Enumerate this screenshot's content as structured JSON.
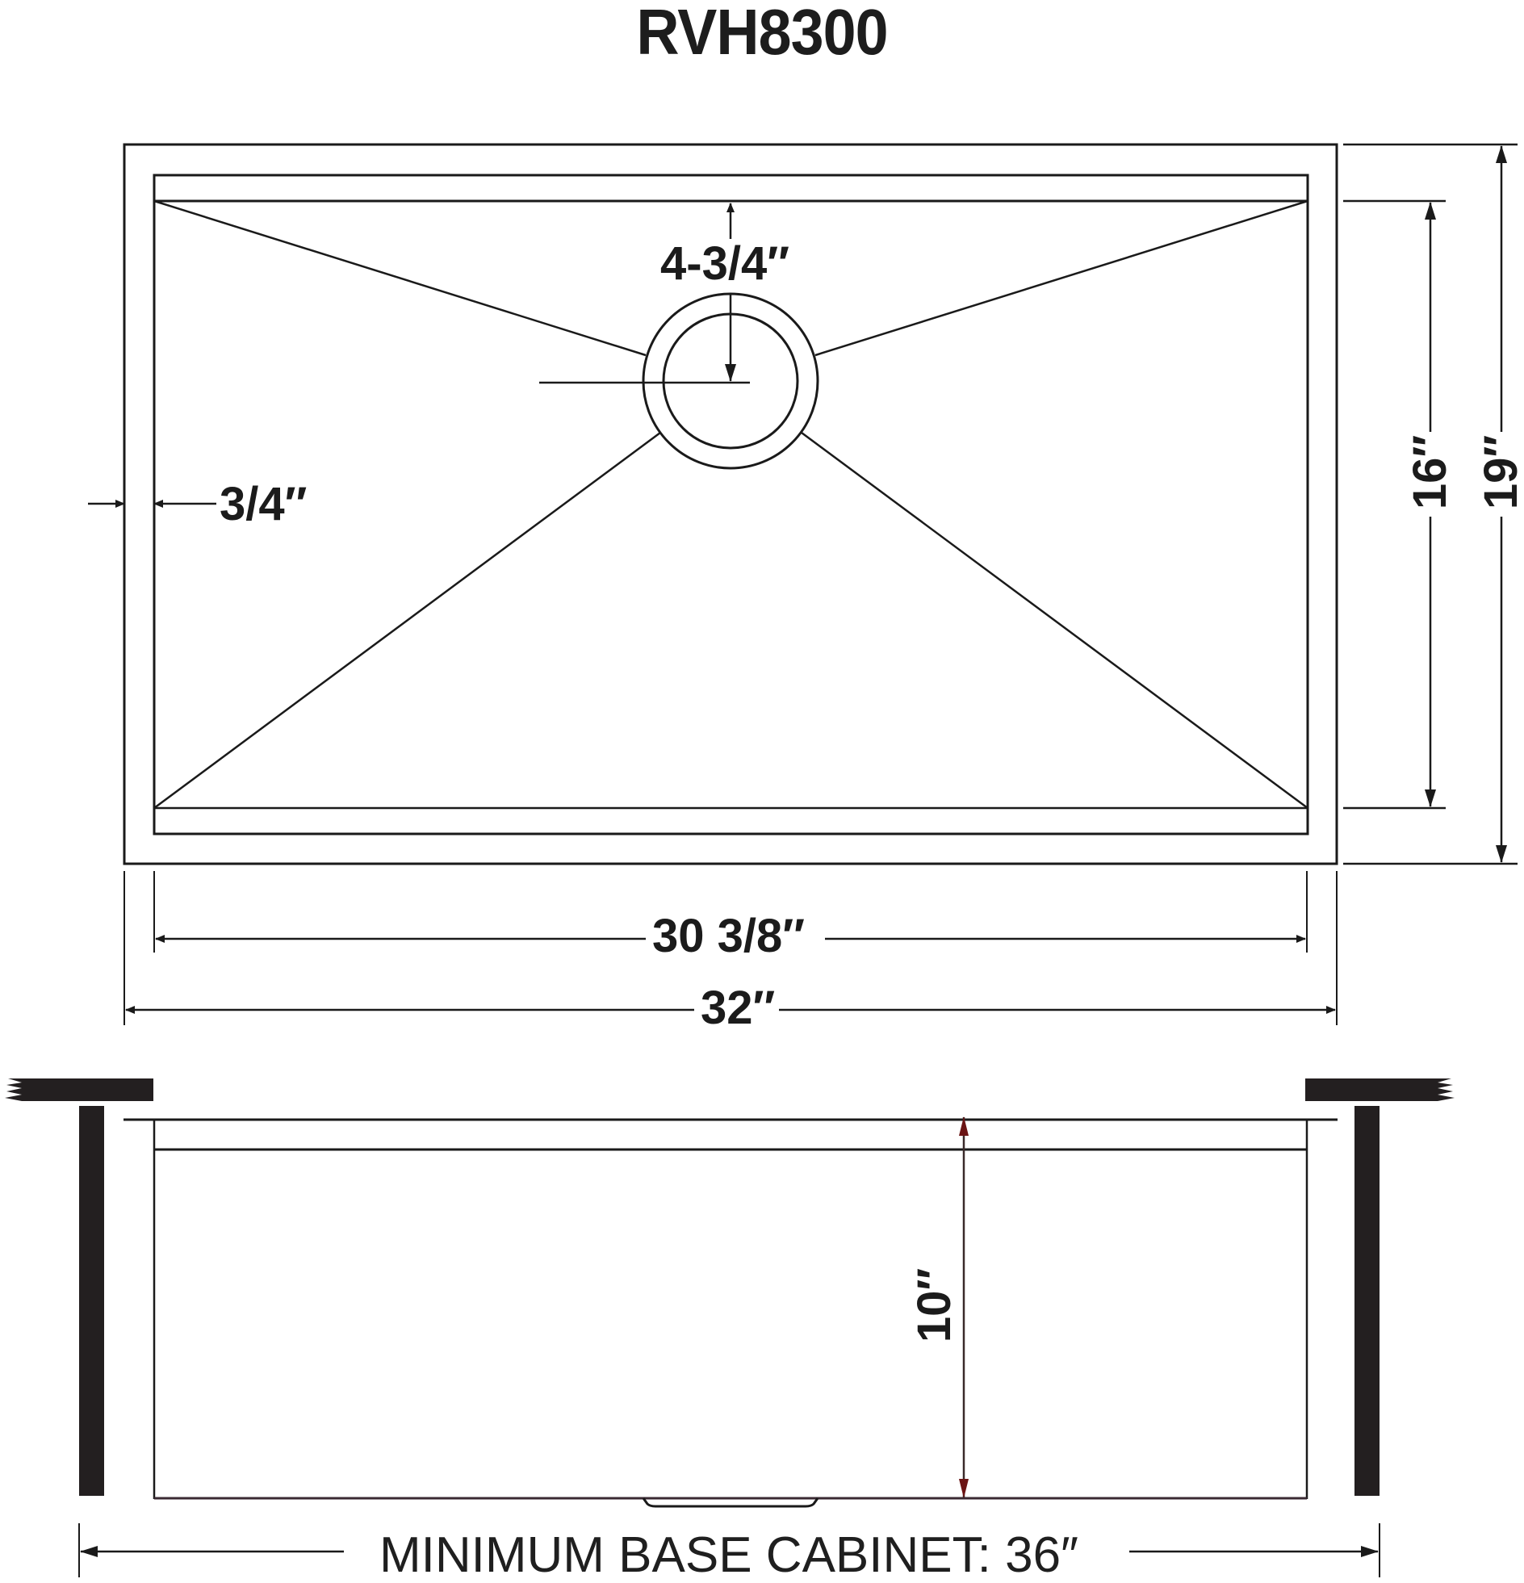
{
  "title": "RVH8300",
  "top_view": {
    "drain_offset_label": "4-3/4″",
    "rim_width_label": "3/4″",
    "inner_depth_label": "16″",
    "outer_depth_label": "19″",
    "inner_width_label": "30 3/8″",
    "outer_width_label": "32″"
  },
  "side_view": {
    "bowl_depth_label": "10″",
    "cabinet_label": "MINIMUM BASE CABINET: 36″"
  },
  "colors": {
    "line": "#1a1a1a",
    "accent_arrow": "#6b1414",
    "fill_dark": "#231f20"
  }
}
